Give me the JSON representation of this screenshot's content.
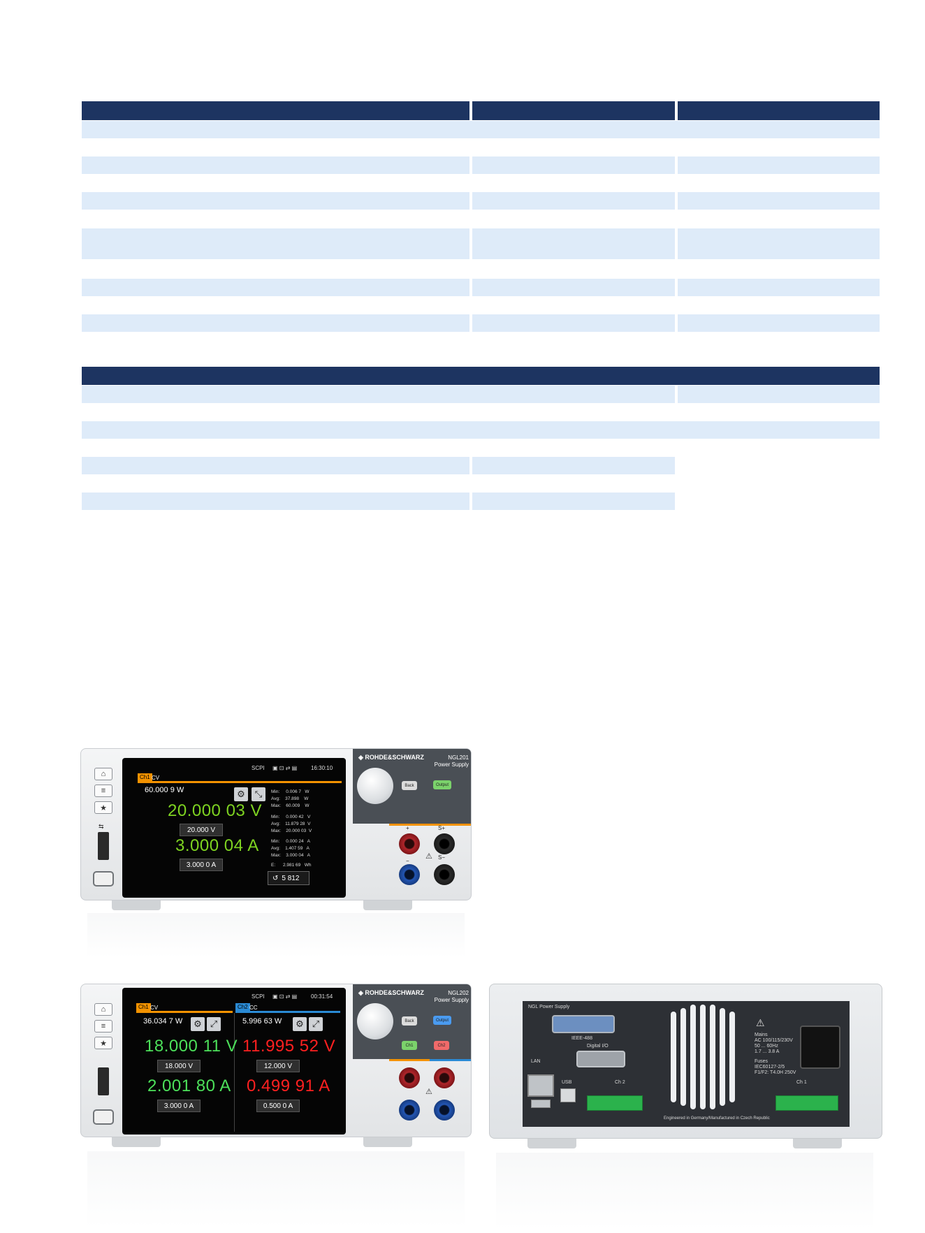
{
  "table1": {
    "data_rows": 10
  },
  "table2": {
    "data_rows": 7
  },
  "ngl201": {
    "side_icons": [
      "house-icon",
      "menu-icon",
      "star-icon"
    ],
    "status_scpi": "SCPI",
    "time": "16:30:10",
    "ch_label": "Ch1",
    "mode": "CV",
    "power": "60.000 9 W",
    "voltage": "20.000 03 V",
    "voltage_set": "20.000 V",
    "current": "3.000 04 A",
    "current_set": "3.000 0 A",
    "stats_power": "Min:     0.006 7   W\nAvg:    37.898    W\nMax:    60.009    W",
    "stats_voltage": "Min:     0.000 42   V\nAvg:    11.879 28  V\nMax:    20.000 03  V",
    "stats_current": "Min:     0.000 24   A\nAvg:    1.407 59   A\nMax:    3.000 04   A",
    "stats_energy": "E:      2.981 69   Wh",
    "counter": "5 812",
    "brand": "ROHDE&SCHWARZ",
    "model": "NGL201",
    "subtitle": "Power Supply",
    "back": "Back",
    "output": "Output",
    "plus": "+",
    "minus": "−",
    "s_plus": "S+",
    "s_minus": "S−"
  },
  "ngl202": {
    "status_scpi": "SCPI",
    "time": "00:31:54",
    "ch1": {
      "label": "Ch1",
      "mode": "CV",
      "power": "36.034 7 W",
      "voltage": "18.000 11 V",
      "voltage_set": "18.000   V",
      "current": "2.001 80  A",
      "current_set": "3.000 0   A"
    },
    "ch2": {
      "label": "Ch2",
      "mode": "CC",
      "power": "5.996 63 W",
      "voltage": "11.995 52 V",
      "voltage_set": "12.000   V",
      "current": "0.499 91  A",
      "current_set": "0.500 0   A"
    },
    "brand": "ROHDE&SCHWARZ",
    "model": "NGL202",
    "subtitle": "Power Supply",
    "back": "Back",
    "output": "Output",
    "btn_ch1": "Ch1",
    "btn_ch2": "Ch2"
  },
  "rear": {
    "title": "NGL Power Supply",
    "ieee": "IEEE-488",
    "digital": "Digital I/O",
    "lan": "LAN",
    "usb_small": "USB",
    "usb": "USB",
    "ch2": "Ch 2",
    "ch1": "Ch 1",
    "mains": "Mains\nAC 100/115/230V\n50 ... 60Hz\n1.7 ... 3.8 A",
    "fuses": "Fuses\nIEC60127-2/5\nF1/F2: T4.0H 250V",
    "engineered": "Engineered in Germany/Manufactured in Czech Republic"
  },
  "colors": {
    "table_header": "#1d3461",
    "table_fill": "#deebf9",
    "voltage_green": "#7ed321",
    "ch1_orange": "#f39200",
    "ch2_blue": "#2a8ad4",
    "value_red": "#ff2020"
  }
}
